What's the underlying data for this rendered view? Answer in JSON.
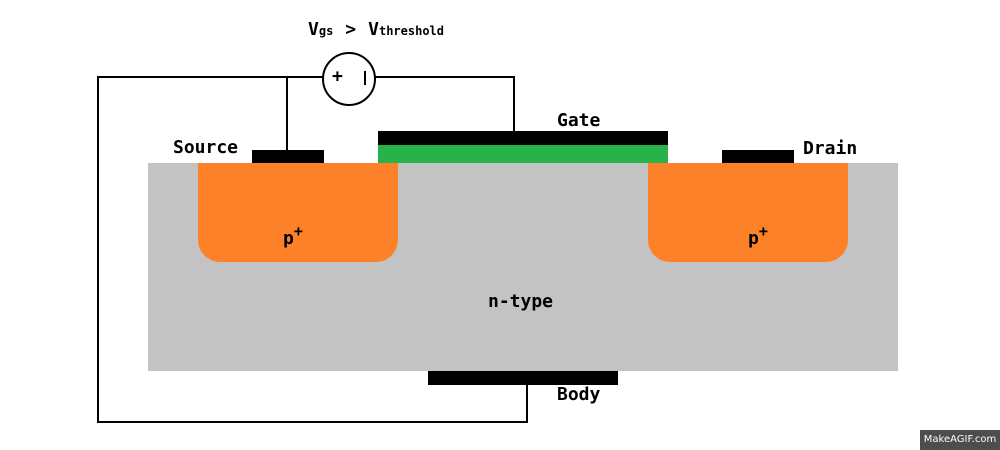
{
  "labels": {
    "source": "Source",
    "gate": "Gate",
    "drain": "Drain",
    "body": "Body",
    "p_left": "p",
    "p_right": "p",
    "p_superscript": "+",
    "substrate": "n-type"
  },
  "voltage": {
    "v1": "V",
    "v1_sub": "gs",
    "comparator": ">",
    "v2": "V",
    "v2_sub": "threshold",
    "battery_plus": "+"
  },
  "colors": {
    "substrate": "#c3c3c3",
    "p_doped": "#fd8128",
    "oxide": "#27b24a",
    "metal": "#000000"
  },
  "watermark": "MakeAGIF.com"
}
